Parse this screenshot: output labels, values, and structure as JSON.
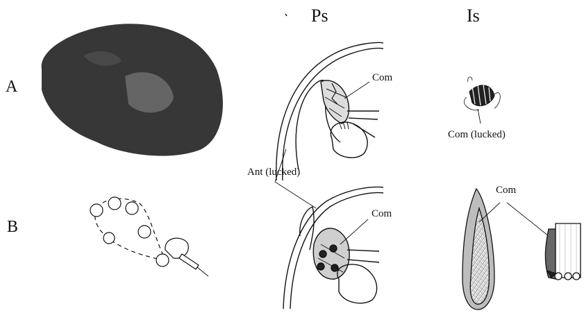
{
  "figure": {
    "column_headings": [
      "Ps",
      "Is"
    ],
    "row_labels": [
      "A",
      "B"
    ],
    "annotations": {
      "com_a_ps": "Com",
      "com_lucked_a_is": "Com (lucked)",
      "ant_lucked": "Ant (lucked)",
      "com_b_ps": "Com",
      "com_b_is": "Com"
    }
  },
  "colors": {
    "ink": "#111111",
    "photo_dark": "#2a2a2a",
    "photo_mid": "#6b6b6b"
  }
}
